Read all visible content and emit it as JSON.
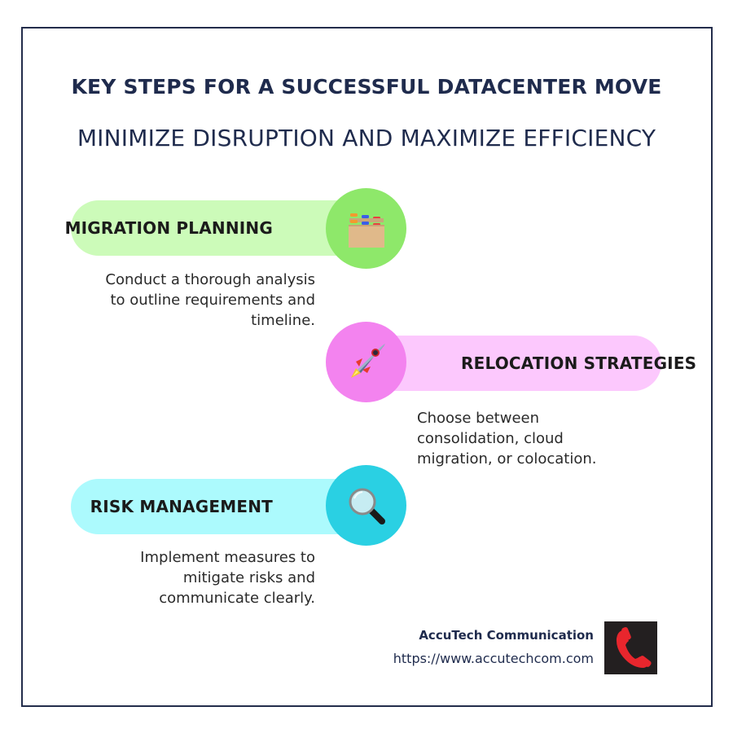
{
  "header": {
    "title": "KEY STEPS FOR A SUCCESSFUL DATACENTER MOVE",
    "subtitle": "MINIMIZE DISRUPTION AND MAXIMIZE EFFICIENCY"
  },
  "steps": [
    {
      "title": "MIGRATION PLANNING",
      "icon": "card-file-box-icon",
      "pill_color": "#ccfbb9",
      "circle_color": "#8ee86a",
      "description_lines": [
        "Conduct a thorough analysis",
        "to outline requirements and",
        "timeline."
      ]
    },
    {
      "title": "RELOCATION STRATEGIES",
      "icon": "rocket-icon",
      "pill_color": "#fcc8fd",
      "circle_color": "#f383ef",
      "description_lines": [
        "Choose between",
        "consolidation, cloud",
        "migration, or colocation."
      ]
    },
    {
      "title": "RISK MANAGEMENT",
      "icon": "magnifying-glass-icon",
      "pill_color": "#acfafd",
      "circle_color": "#2ad0e3",
      "description_lines": [
        "Implement measures to",
        "mitigate risks and",
        "communicate clearly."
      ]
    }
  ],
  "footer": {
    "company": "AccuTech Communication",
    "url": "https://www.accutechcom.com",
    "icon": "phone-icon",
    "icon_bg": "#231f20",
    "icon_color": "#e8262d"
  },
  "colors": {
    "frame_border": "#232d4b",
    "heading": "#1f2b4d"
  }
}
